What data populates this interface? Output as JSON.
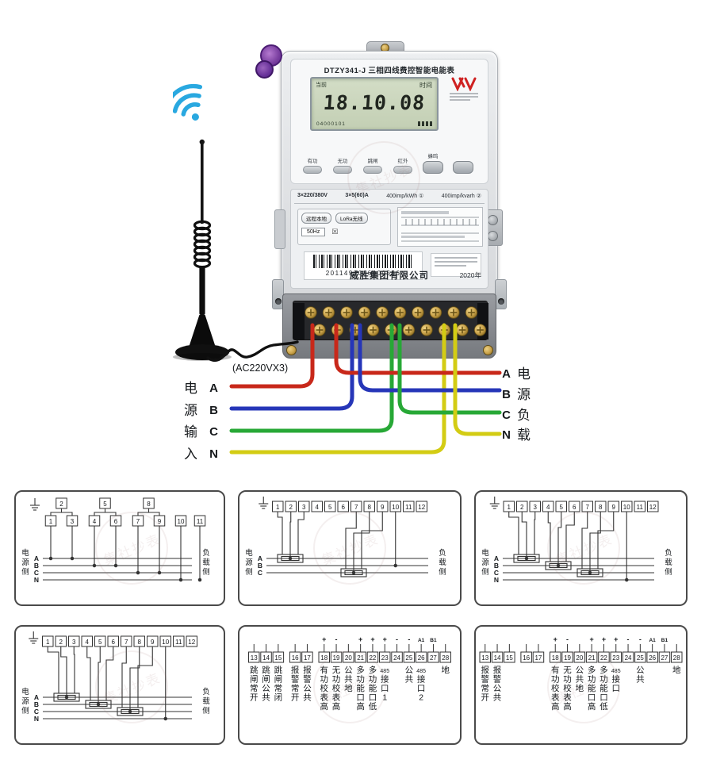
{
  "watermark": {
    "text": "集社抄表"
  },
  "meter": {
    "model_title": "DTZY341-J 三相四线费控智能电能表",
    "lcd": {
      "top_left": "当前",
      "top_right": "时间",
      "main_value": "18.10.08",
      "sub_value": "04000101"
    },
    "buttons": [
      "有功",
      "无功",
      "跳闸",
      "红外",
      "蜂鸣"
    ],
    "ratings": {
      "voltage": "3×220/380V",
      "current": "3×5(60)A",
      "active_constant": "400imp/kWh ①",
      "reactive_constant": "400imp/kvarh ②"
    },
    "comm": {
      "mode": "远程本地",
      "radio": "LoRa无线",
      "frequency": "50Hz"
    },
    "barcode_number": "2011493026000556",
    "company": "威胜集团有限公司",
    "year": "2020年"
  },
  "wiring_photo": {
    "ac_note": "(AC220VX3)",
    "left_title": "电源输入",
    "left_phases": "ABCN",
    "right_phases": "ABCN",
    "right_title": "电源负载",
    "wire_colors": {
      "A": "#c8281a",
      "B": "#2636b8",
      "C": "#27a836",
      "N": "#d3cc14"
    }
  },
  "panels": [
    {
      "type": "direct",
      "left_label": "电源侧",
      "right_label": "负载侧",
      "phases": [
        "A",
        "B",
        "C",
        "N"
      ],
      "top_terminals": [
        "2",
        "5",
        "8"
      ],
      "terminals": [
        "1",
        "3",
        "4",
        "6",
        "7",
        "9",
        "10",
        "11"
      ]
    },
    {
      "type": "ct",
      "left_label": "电源侧",
      "right_label": "负载侧",
      "phases": [
        "A",
        "B",
        "C"
      ],
      "ct_phases": [
        0,
        2
      ],
      "terminals": [
        "1",
        "2",
        "3",
        "4",
        "5",
        "6",
        "7",
        "8",
        "9",
        "10",
        "11",
        "12"
      ]
    },
    {
      "type": "ct",
      "left_label": "电源侧",
      "right_label": "负载侧",
      "phases": [
        "A",
        "B",
        "C",
        "N"
      ],
      "ct_phases": [
        0,
        1,
        2
      ],
      "terminals": [
        "1",
        "2",
        "3",
        "4",
        "5",
        "6",
        "7",
        "8",
        "9",
        "10",
        "11",
        "12"
      ]
    },
    {
      "type": "ct",
      "left_label": "电源侧",
      "right_label": "负载侧",
      "phases": [
        "A",
        "B",
        "C",
        "N"
      ],
      "ct_phases": [
        0,
        1,
        2
      ],
      "terminals": [
        "1",
        "2",
        "3",
        "4",
        "5",
        "6",
        "7",
        "8",
        "9",
        "10",
        "11",
        "12"
      ]
    },
    {
      "type": "aux",
      "terminals": [
        {
          "n": "13",
          "label": "跳闸常开"
        },
        {
          "n": "14",
          "label": "跳闸公共"
        },
        {
          "n": "15",
          "label": "跳闸常闭"
        },
        {
          "n": "16",
          "label": "报警常开",
          "gap": true
        },
        {
          "n": "17",
          "label": "报警公共"
        },
        {
          "n": "18",
          "label": "有功校表高",
          "sym": "+",
          "gap": true
        },
        {
          "n": "19",
          "label": "无功校表高",
          "sym": "-"
        },
        {
          "n": "20",
          "label": "公共地"
        },
        {
          "n": "21",
          "label": "多功能口高",
          "sym": "+"
        },
        {
          "n": "22",
          "label": "多功能口低",
          "sym": "+"
        },
        {
          "n": "23",
          "label": "485接口1",
          "sym": "+"
        },
        {
          "n": "24",
          "label": "",
          "sym": "-"
        },
        {
          "n": "25",
          "label": "公共",
          "sym": "-"
        },
        {
          "n": "26",
          "label": "485接口2",
          "sym": "A1"
        },
        {
          "n": "27",
          "label": "",
          "sym": "B1"
        },
        {
          "n": "28",
          "label": "地"
        }
      ]
    },
    {
      "type": "aux",
      "terminals": [
        {
          "n": "13",
          "label": "报警常开"
        },
        {
          "n": "14",
          "label": "报警公共"
        },
        {
          "n": "15",
          "label": ""
        },
        {
          "n": "16",
          "label": "",
          "gap": true
        },
        {
          "n": "17",
          "label": ""
        },
        {
          "n": "18",
          "label": "有功校表高",
          "sym": "+",
          "gap": true
        },
        {
          "n": "19",
          "label": "无功校表高",
          "sym": "-"
        },
        {
          "n": "20",
          "label": "公共地"
        },
        {
          "n": "21",
          "label": "多功能口高",
          "sym": "+"
        },
        {
          "n": "22",
          "label": "多功能口低",
          "sym": "+"
        },
        {
          "n": "23",
          "label": "485接口",
          "sym": "+"
        },
        {
          "n": "24",
          "label": "",
          "sym": "-"
        },
        {
          "n": "25",
          "label": "公共",
          "sym": "-"
        },
        {
          "n": "26",
          "label": "",
          "sym": "A1"
        },
        {
          "n": "27",
          "label": "",
          "sym": "B1"
        },
        {
          "n": "28",
          "label": "地"
        }
      ]
    }
  ]
}
